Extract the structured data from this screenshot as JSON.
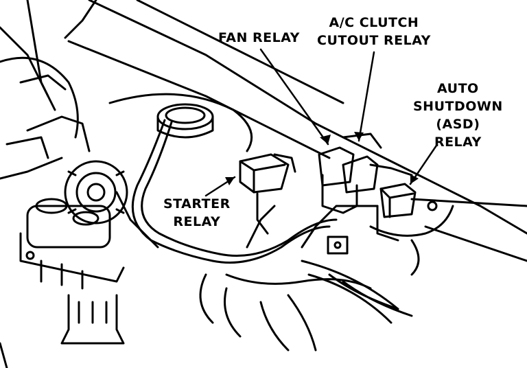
{
  "labels": {
    "fan_relay": "FAN RELAY",
    "ac_clutch": [
      "A/C CLUTCH",
      "CUTOUT RELAY"
    ],
    "auto_shutdown": [
      "AUTO",
      "SHUTDOWN",
      "(ASD)",
      "RELAY"
    ],
    "starter_relay": [
      "STARTER",
      "RELAY"
    ]
  },
  "colors": {
    "ink": "#000000",
    "paper": "#ffffff"
  }
}
